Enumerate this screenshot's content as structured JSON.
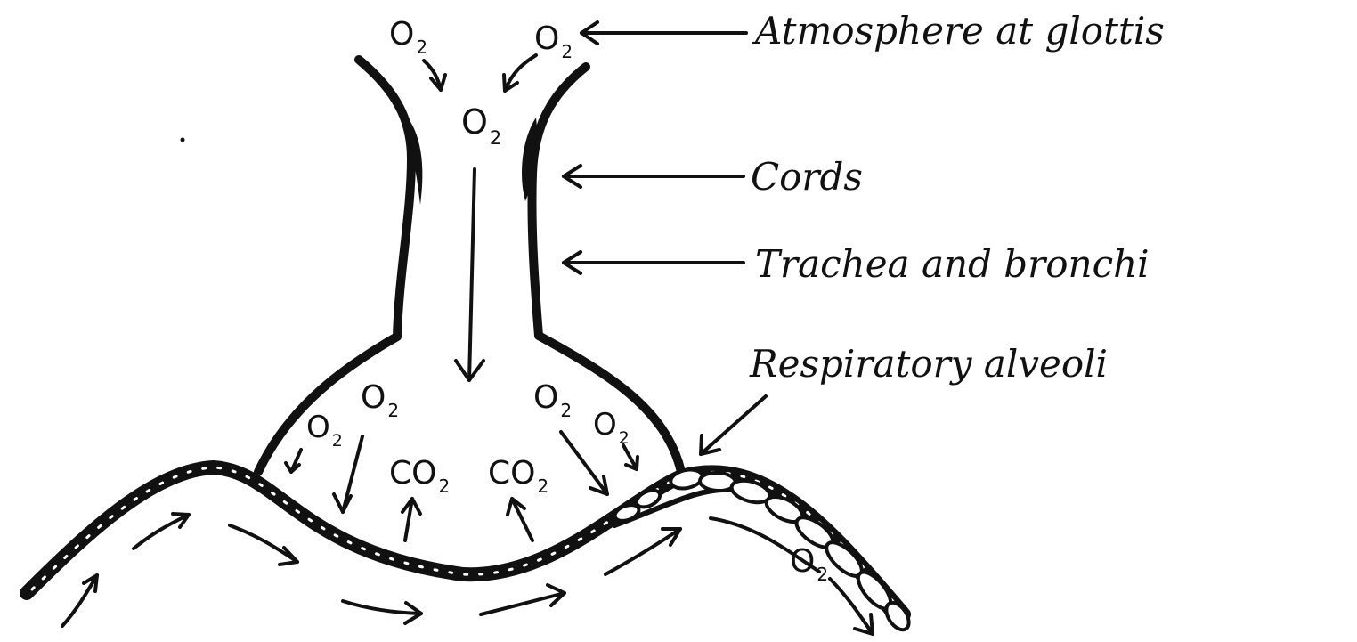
{
  "labels": {
    "atmosphere": "Atmosphere at glottis",
    "cords": "Cords",
    "trachea": "Trachea and bronchi",
    "alveoli": "Respiratory alveoli"
  },
  "gases": {
    "oxygen_base": "O",
    "oxygen_sub": "2",
    "carbon_dioxide_base": "CO",
    "carbon_dioxide_sub": "2"
  },
  "colors": {
    "ink": "#111111",
    "paper": "#ffffff"
  }
}
